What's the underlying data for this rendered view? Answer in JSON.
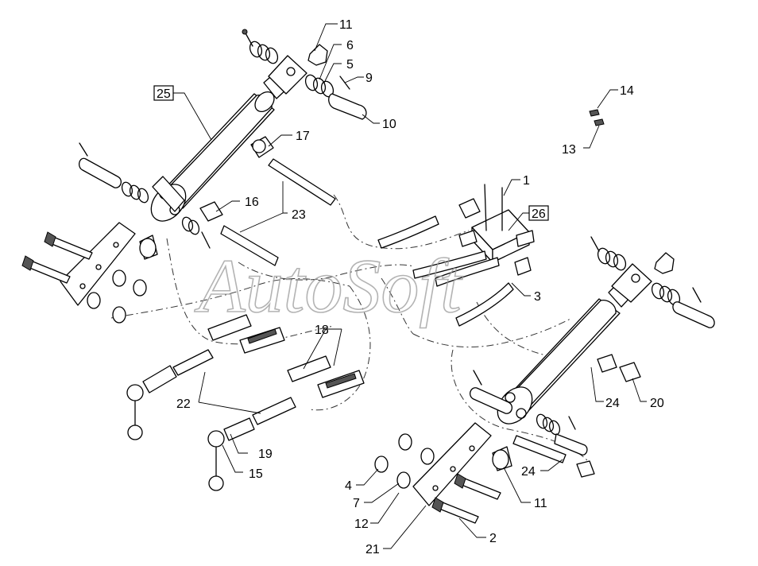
{
  "watermark": "AutoSoft",
  "callouts": [
    {
      "id": "c11a",
      "text": "11"
    },
    {
      "id": "c6",
      "text": "6"
    },
    {
      "id": "c5",
      "text": "5"
    },
    {
      "id": "c9",
      "text": "9"
    },
    {
      "id": "c10",
      "text": "10"
    },
    {
      "id": "c25",
      "text": "25",
      "boxed": true
    },
    {
      "id": "c17",
      "text": "17"
    },
    {
      "id": "c16",
      "text": "16"
    },
    {
      "id": "c23",
      "text": "23"
    },
    {
      "id": "c14",
      "text": "14"
    },
    {
      "id": "c13",
      "text": "13"
    },
    {
      "id": "c1",
      "text": "1"
    },
    {
      "id": "c26",
      "text": "26",
      "boxed": true
    },
    {
      "id": "c3",
      "text": "3"
    },
    {
      "id": "c18",
      "text": "18"
    },
    {
      "id": "c22",
      "text": "22"
    },
    {
      "id": "c19",
      "text": "19"
    },
    {
      "id": "c15",
      "text": "15"
    },
    {
      "id": "c24a",
      "text": "24"
    },
    {
      "id": "c20",
      "text": "20"
    },
    {
      "id": "c24b",
      "text": "24"
    },
    {
      "id": "c4",
      "text": "4"
    },
    {
      "id": "c7",
      "text": "7"
    },
    {
      "id": "c11b",
      "text": "11"
    },
    {
      "id": "c12",
      "text": "12"
    },
    {
      "id": "c2",
      "text": "2"
    },
    {
      "id": "c21",
      "text": "21"
    }
  ]
}
